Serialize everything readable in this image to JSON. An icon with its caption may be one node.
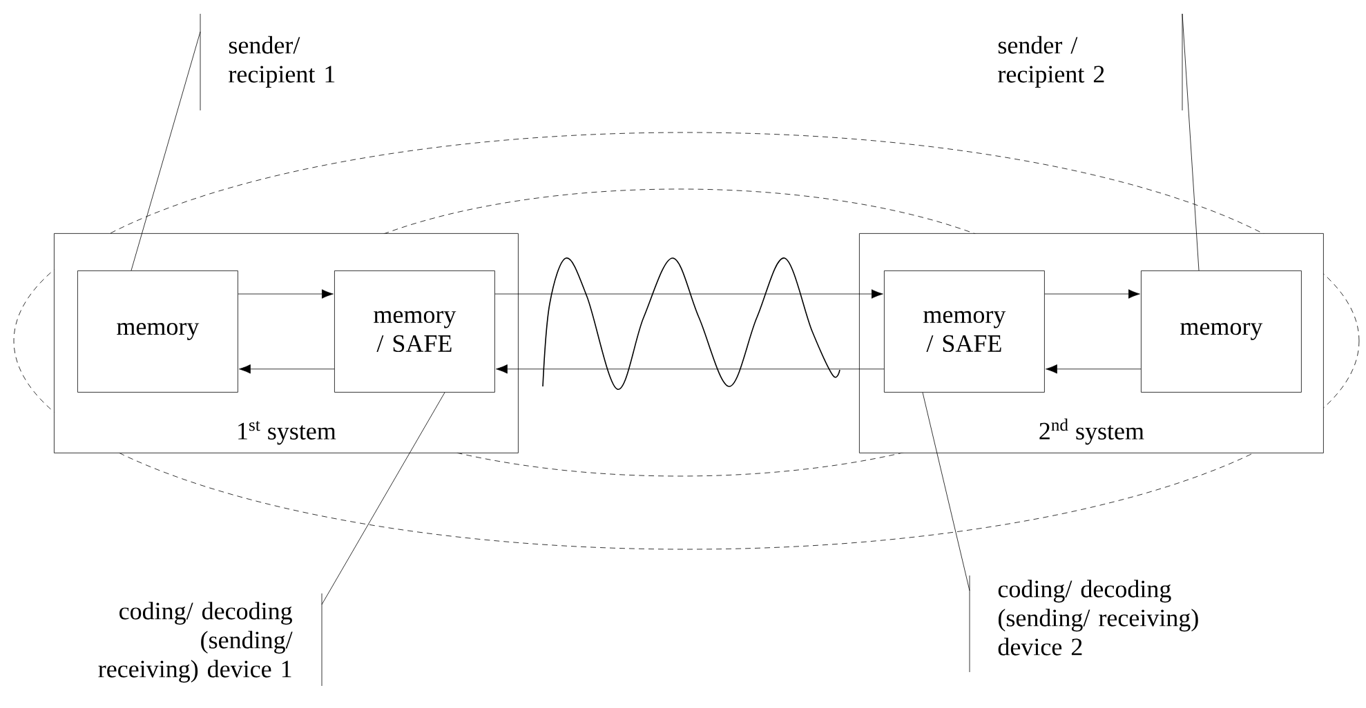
{
  "diagram": {
    "nodes": [
      {
        "text": [
          "1$^{st}$ system"
        ]
      },
      {
        "text": [
          "memory"
        ],
        "in": 0
      },
      {
        "text": [
          "memory / SAFE"
        ],
        "in": 0
      },
      {
        "text": [
          "2$^{nd}$ system"
        ]
      },
      {
        "text": [
          "memory / SAFE"
        ],
        "in": 3
      },
      {
        "text": [
          "memory"
        ],
        "in": 3
      },
      {
        "text": [
          "sender/ recipient 1"
        ]
      },
      {
        "text": [
          "sender / recipient 2"
        ]
      },
      {
        "text": [
          "coding/ decoding (sending/ receiving) device 1"
        ]
      },
      {
        "text": [
          "coding/ decoding (sending/ receiving) device 2"
        ]
      }
    ],
    "edges": [
      {
        "from": 1,
        "to": 2,
        "arrow": "to"
      },
      {
        "from": 2,
        "to": 1,
        "arrow": "to"
      },
      {
        "from": 2,
        "to": 4,
        "arrow": "to"
      },
      {
        "from": 4,
        "to": 2,
        "arrow": "to"
      },
      {
        "from": 4,
        "to": 5,
        "arrow": "to"
      },
      {
        "from": 5,
        "to": 4,
        "arrow": "to"
      },
      {
        "from": 6,
        "to": 1,
        "arrow": "none"
      },
      {
        "from": 7,
        "to": 5,
        "arrow": "none"
      },
      {
        "from": 8,
        "to": 2,
        "arrow": "none"
      },
      {
        "from": 9,
        "to": 4,
        "arrow": "none"
      }
    ]
  }
}
